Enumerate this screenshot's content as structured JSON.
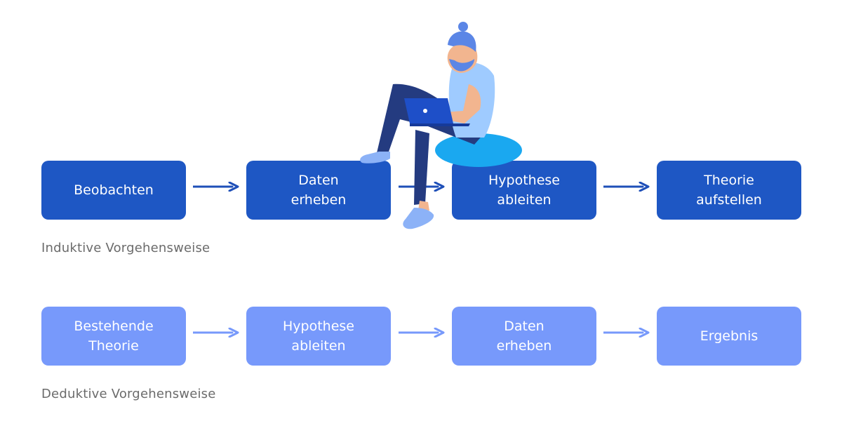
{
  "inductive": {
    "steps": [
      {
        "line1": "Beobachten",
        "line2": ""
      },
      {
        "line1": "Daten",
        "line2": "erheben"
      },
      {
        "line1": "Hypothese",
        "line2": "ableiten"
      },
      {
        "line1": "Theorie",
        "line2": "aufstellen"
      }
    ],
    "caption": "Induktive Vorgehensweise",
    "color": "#1e57c4"
  },
  "deductive": {
    "steps": [
      {
        "line1": "Bestehende",
        "line2": "Theorie"
      },
      {
        "line1": "Hypothese",
        "line2": "ableiten"
      },
      {
        "line1": "Daten",
        "line2": "erheben"
      },
      {
        "line1": "Ergebnis",
        "line2": ""
      }
    ],
    "caption": "Deduktive Vorgehensweise",
    "color": "#7799fb"
  },
  "illustration": {
    "subject": "person-sitting-with-laptop-on-beanbag"
  }
}
